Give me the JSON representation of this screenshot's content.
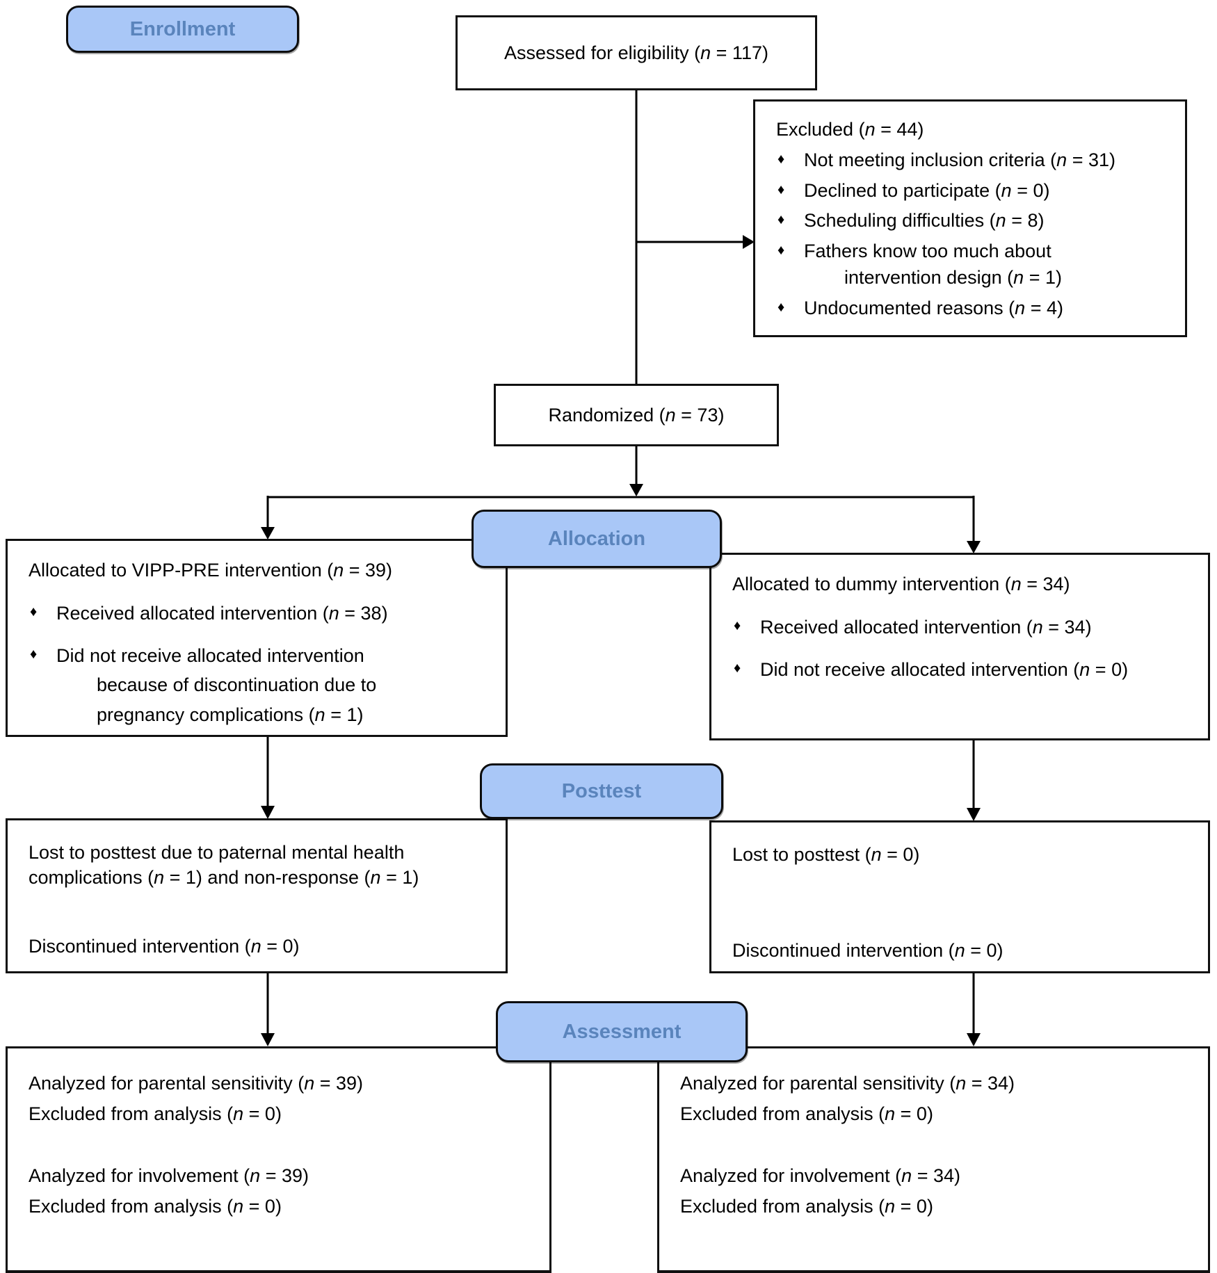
{
  "palette": {
    "badge_fill": "#a9c7f7",
    "badge_text": "#5a84bc",
    "box_border": "#101010",
    "line": "#000000",
    "background": "#ffffff"
  },
  "glyphs": {
    "bullet": "♦"
  },
  "badges": {
    "enrollment": "Enrollment",
    "allocation": "Allocation",
    "posttest": "Posttest",
    "assessment": "Assessment"
  },
  "boxes": {
    "assessed": {
      "text": "Assessed for eligibility (n = 117)"
    },
    "excluded": {
      "title": "Excluded (n = 44)",
      "bullets": [
        {
          "text": "Not meeting inclusion criteria (n = 31)"
        },
        {
          "text": "Declined to participate (n = 0)"
        },
        {
          "text": "Scheduling difficulties (n = 8)"
        },
        {
          "text": "Fathers know too much about",
          "cont": "intervention design (n = 1)"
        },
        {
          "text": "Undocumented reasons (n = 4)"
        }
      ]
    },
    "randomized": {
      "text": "Randomized (n = 73)"
    },
    "alloc_left": {
      "title": "Allocated to VIPP-PRE intervention (n = 39)",
      "bullets": [
        {
          "text": "Received allocated intervention (n = 38)"
        },
        {
          "text": "Did not receive allocated intervention",
          "cont": "because of discontinuation due to",
          "cont2": "pregnancy complications (n = 1)"
        }
      ]
    },
    "alloc_right": {
      "title": "Allocated to dummy intervention (n = 34)",
      "bullets": [
        {
          "text": "Received allocated intervention (n = 34)"
        },
        {
          "text": "Did not receive allocated intervention (n = 0)"
        }
      ]
    },
    "posttest_left": {
      "line1": "Lost to posttest due to paternal mental health complications (n = 1) and non-response (n = 1)",
      "line2": "Discontinued intervention (n = 0)"
    },
    "posttest_right": {
      "line1": "Lost to posttest (n = 0)",
      "line2": "Discontinued intervention (n = 0)"
    },
    "analysis_left": {
      "line1": "Analyzed for parental sensitivity (n = 39)",
      "line2": "Excluded from analysis (n = 0)",
      "line3": "Analyzed for involvement (n = 39)",
      "line4": "Excluded from analysis (n = 0)"
    },
    "analysis_right": {
      "line1": "Analyzed for parental sensitivity (n = 34)",
      "line2": "Excluded from analysis (n = 0)",
      "line3": "Analyzed for involvement (n = 34)",
      "line4": "Excluded from analysis (n = 0)"
    }
  }
}
